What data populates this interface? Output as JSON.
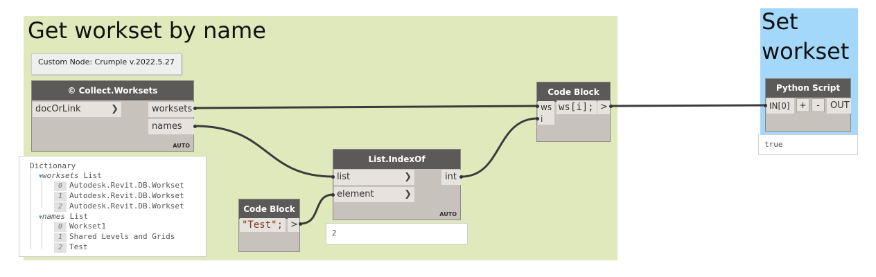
{
  "groups": {
    "get": {
      "title": "Get workset by name",
      "color": "#dfe9bb"
    },
    "set": {
      "title_line1": "Set",
      "title_line2": "workset",
      "color": "#a3d8fb"
    }
  },
  "custom_node_tag": "Custom Node: Crumple v.2022.5.27",
  "collect_node": {
    "title": "© Collect.Worksets",
    "input": "docOrLink",
    "outputs": [
      "worksets",
      "names"
    ],
    "lacing": "AUTO"
  },
  "dictionary_preview": {
    "title": "Dictionary",
    "worksets_key": "worksets",
    "worksets_type": "List",
    "worksets_items": [
      {
        "index": "0",
        "value": "Autodesk.Revit.DB.Workset"
      },
      {
        "index": "1",
        "value": "Autodesk.Revit.DB.Workset"
      },
      {
        "index": "2",
        "value": "Autodesk.Revit.DB.Workset"
      }
    ],
    "names_key": "names",
    "names_type": "List",
    "names_items": [
      {
        "index": "0",
        "value": "Workset1"
      },
      {
        "index": "1",
        "value": "Shared Levels and Grids"
      },
      {
        "index": "2",
        "value": "Test"
      }
    ]
  },
  "code_block_test": {
    "title": "Code Block",
    "code": "\"Test\";",
    "out": ">"
  },
  "indexof_node": {
    "title": "List.IndexOf",
    "inputs": [
      "list",
      "element"
    ],
    "output": "int",
    "lacing": "AUTO",
    "preview": "2"
  },
  "code_block_ws": {
    "title": "Code Block",
    "port_ws": "ws",
    "port_i": "i",
    "code": "ws[i];",
    "out": ">"
  },
  "python_node": {
    "title": "Python Script",
    "input": "IN[0]",
    "add": "+",
    "remove": "-",
    "output": "OUT",
    "preview": "true"
  }
}
